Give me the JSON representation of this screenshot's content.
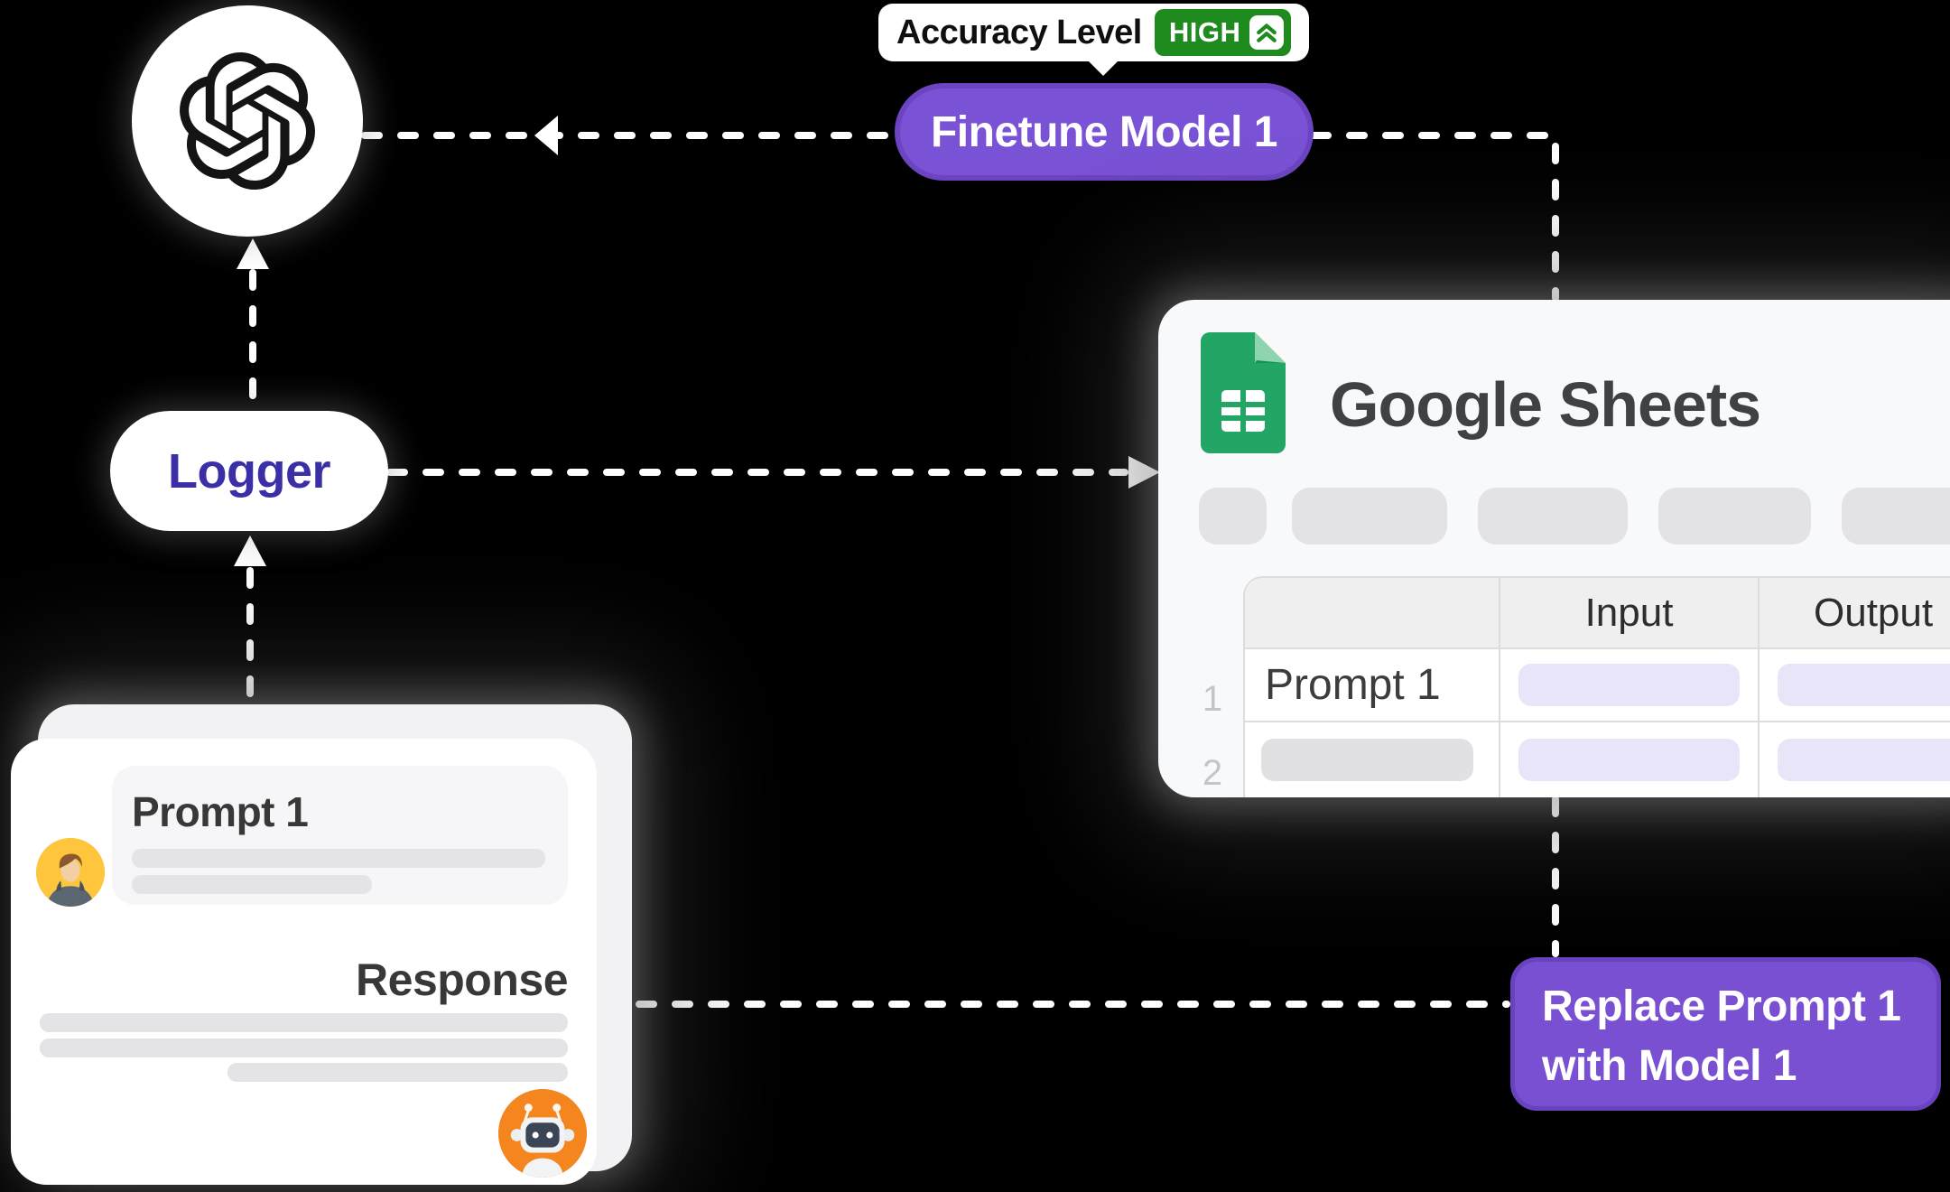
{
  "canvas": {
    "background": "#000000"
  },
  "colors": {
    "accent_purple": "#7A52D6",
    "purple_border": "#6A43C2",
    "indigo_text": "#3B2FA8",
    "badge_green": "#1F8B1F",
    "sheets_green": "#23A566",
    "sheets_green_light": "#8FD4AF",
    "card_bg": "#F8F9FB",
    "lavender_bar": "#E9E5F8",
    "gray_bar": "#E2E2E4",
    "dash_color": "#FFFFFF",
    "robot_orange": "#F5861F",
    "avatar_yellow": "#FFC53D"
  },
  "openai": {
    "icon": "openai-logo"
  },
  "tooltip": {
    "label": "Accuracy Level",
    "badge": "HIGH",
    "icon": "chevrons-up-icon"
  },
  "finetune": {
    "label": "Finetune Model 1"
  },
  "logger": {
    "label": "Logger"
  },
  "sheets": {
    "title": "Google Sheets",
    "icon": "google-sheets-icon",
    "toolbar_pill_count": 5,
    "table": {
      "headers": [
        "",
        "Input",
        "Output"
      ],
      "rows": [
        {
          "num": "1",
          "label": "Prompt 1"
        },
        {
          "num": "2",
          "label": ""
        }
      ]
    }
  },
  "chat": {
    "prompt_title": "Prompt 1",
    "response_title": "Response",
    "user_icon": "user-avatar",
    "bot_icon": "robot-icon"
  },
  "replace": {
    "line1": "Replace Prompt 1",
    "line2": "with Model 1"
  }
}
